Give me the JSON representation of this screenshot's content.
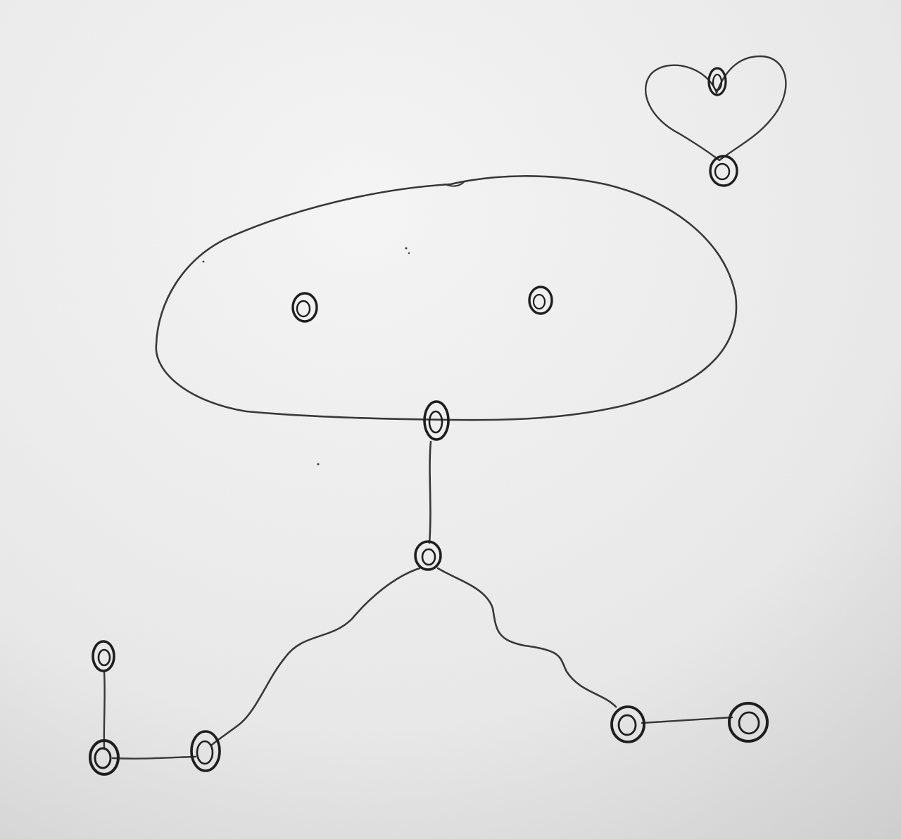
{
  "paper": {
    "tone_light": "#f6f6f6",
    "tone_mid": "#e9e9e9",
    "tone_dark": "#cfcfcf"
  },
  "ink": {
    "line": "#383838",
    "dot": "#1e1e1e"
  },
  "drawing": {
    "subject": "pencil-sketch",
    "parts": [
      "head",
      "eye",
      "eye",
      "neck",
      "legs",
      "foot-left",
      "foot-right",
      "heart"
    ]
  }
}
